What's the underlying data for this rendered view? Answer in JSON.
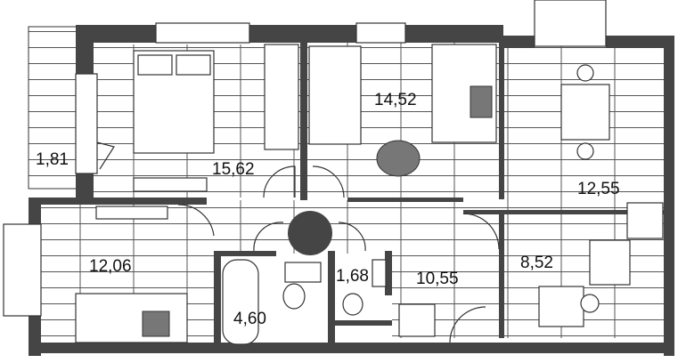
{
  "floor_plan": {
    "rooms": [
      {
        "id": "balcony",
        "area": "1,81"
      },
      {
        "id": "bedroom",
        "area": "15,62"
      },
      {
        "id": "children-room",
        "area": "14,52"
      },
      {
        "id": "living-room",
        "area": "12,55"
      },
      {
        "id": "room-southwest",
        "area": "12,06"
      },
      {
        "id": "bathroom",
        "area": "4,60"
      },
      {
        "id": "toilet",
        "area": "1,68"
      },
      {
        "id": "hall",
        "area": "10,55"
      },
      {
        "id": "kitchen",
        "area": "8,52"
      }
    ],
    "colors": {
      "wall": "#454545",
      "furniture_accent": "#777777",
      "floor_line": "#333333"
    }
  }
}
